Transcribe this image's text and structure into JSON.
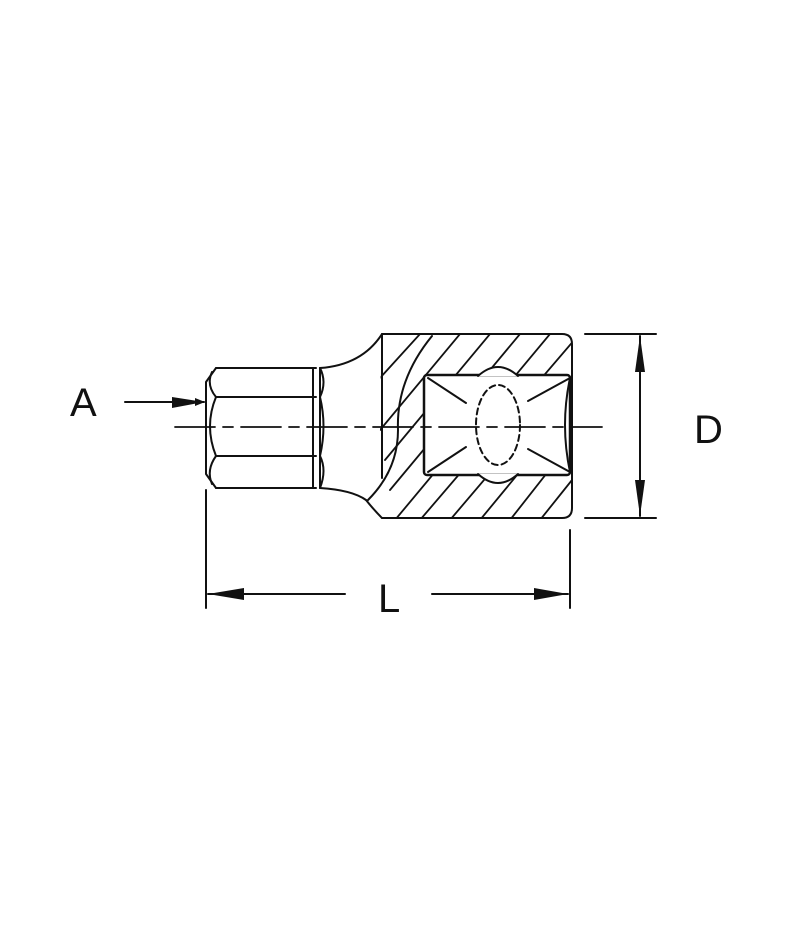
{
  "diagram": {
    "type": "technical-drawing",
    "subject": "hex bit socket (side view, half-section)",
    "labels": {
      "a": "A",
      "l": "L",
      "d": "D"
    },
    "colors": {
      "line": "#111111",
      "background": "#ffffff"
    }
  }
}
